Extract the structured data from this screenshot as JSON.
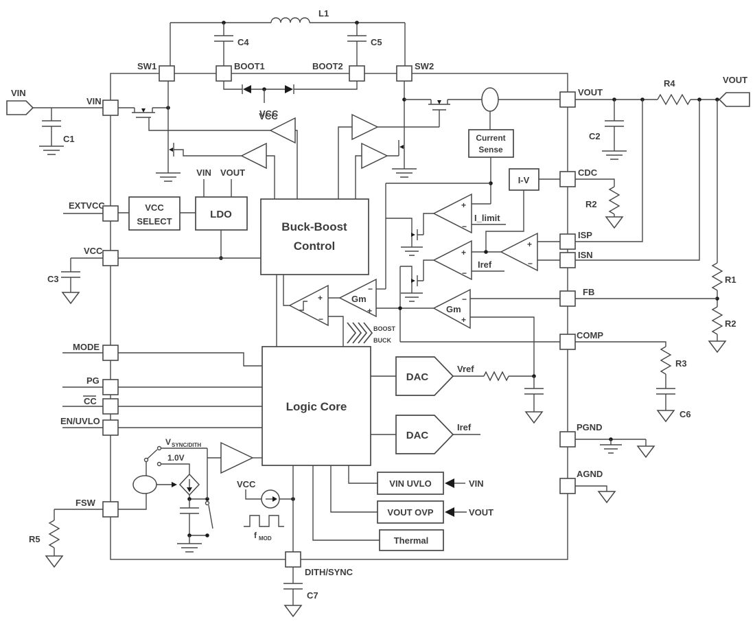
{
  "diagram": {
    "description": "Buck-boost DC-DC converter IC functional block diagram with external components",
    "pins": {
      "left": [
        "VIN",
        "EXTVCC",
        "VCC",
        "MODE",
        "PG",
        "CC",
        "EN/UVLO",
        "FSW"
      ],
      "top": [
        "SW1",
        "BOOT1",
        "BOOT2",
        "SW2"
      ],
      "right": [
        "VOUT",
        "CDC",
        "ISP",
        "ISN",
        "FB",
        "COMP",
        "PGND",
        "AGND"
      ],
      "bottom": [
        "DITH/SYNC"
      ]
    },
    "blocks": {
      "vcc_select_1": "VCC",
      "vcc_select_2": "SELECT",
      "ldo": "LDO",
      "buck_boost_1": "Buck-Boost",
      "buck_boost_2": "Control",
      "logic_core": "Logic Core",
      "current_sense_1": "Current",
      "current_sense_2": "Sense",
      "iv": "I-V",
      "dac": "DAC",
      "vin_uvlo": "VIN UVLO",
      "vout_ovp": "VOUT OVP",
      "thermal": "Thermal"
    },
    "components": {
      "l1": "L1",
      "c1": "C1",
      "c2": "C2",
      "c3": "C3",
      "c4": "C4",
      "c5": "C5",
      "c6": "C6",
      "c7": "C7",
      "r1": "R1",
      "r2": "R2",
      "r3": "R3",
      "r4": "R4",
      "r5": "R5"
    },
    "nets": {
      "vin": "VIN",
      "vout": "VOUT",
      "vcc": "VCC",
      "vref": "Vref",
      "iref": "Iref",
      "ilimit": "I_limit",
      "gm": "Gm",
      "boost": "BOOST",
      "buck": "BUCK",
      "v10": "1.0V",
      "vsync": "V",
      "vsync_sub": "SYNC/DITH",
      "fmod": "f",
      "fmod_sub": "MOD",
      "plus": "+",
      "minus": "−"
    }
  }
}
